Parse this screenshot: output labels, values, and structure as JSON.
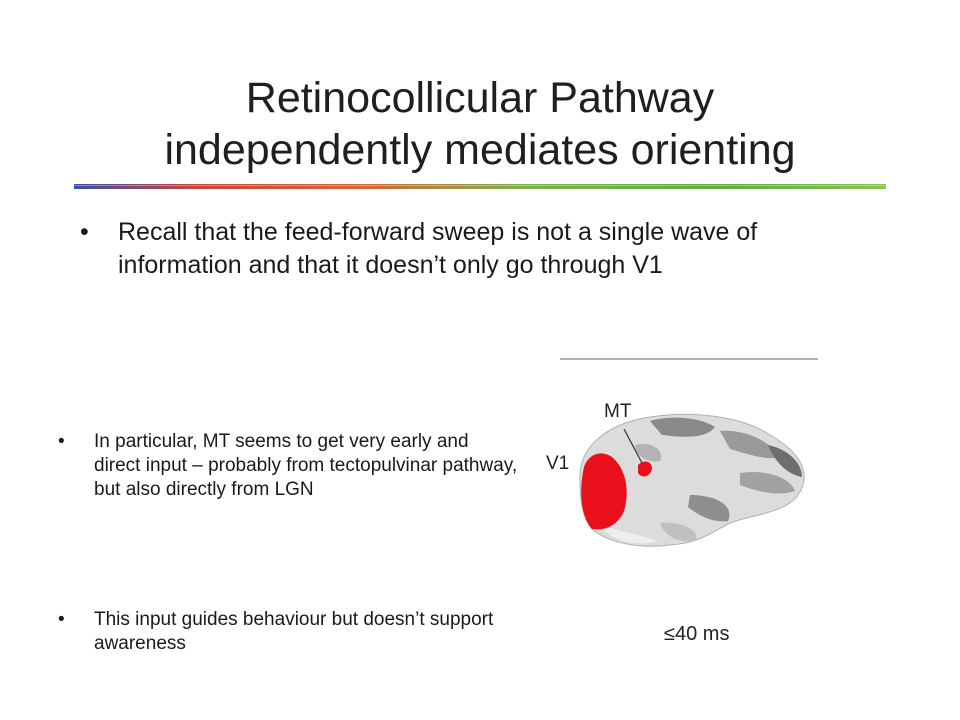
{
  "slide": {
    "title_line1": "Retinocollicular Pathway",
    "title_line2": "independently mediates orienting",
    "main_bullet": "Recall that the feed-forward sweep is not a single wave of information and that it doesn’t only go through V1",
    "sub_bullets": [
      "In particular, MT seems to get very early and direct input – probably from tectopulvinar pathway, but also directly from LGN",
      "This input guides behaviour but doesn’t support awareness"
    ],
    "bullet_glyph": "•"
  },
  "figure": {
    "label_mt": "MT",
    "label_v1": "V1",
    "time_label": "≤40 ms",
    "highlight_color": "#e8101a"
  }
}
